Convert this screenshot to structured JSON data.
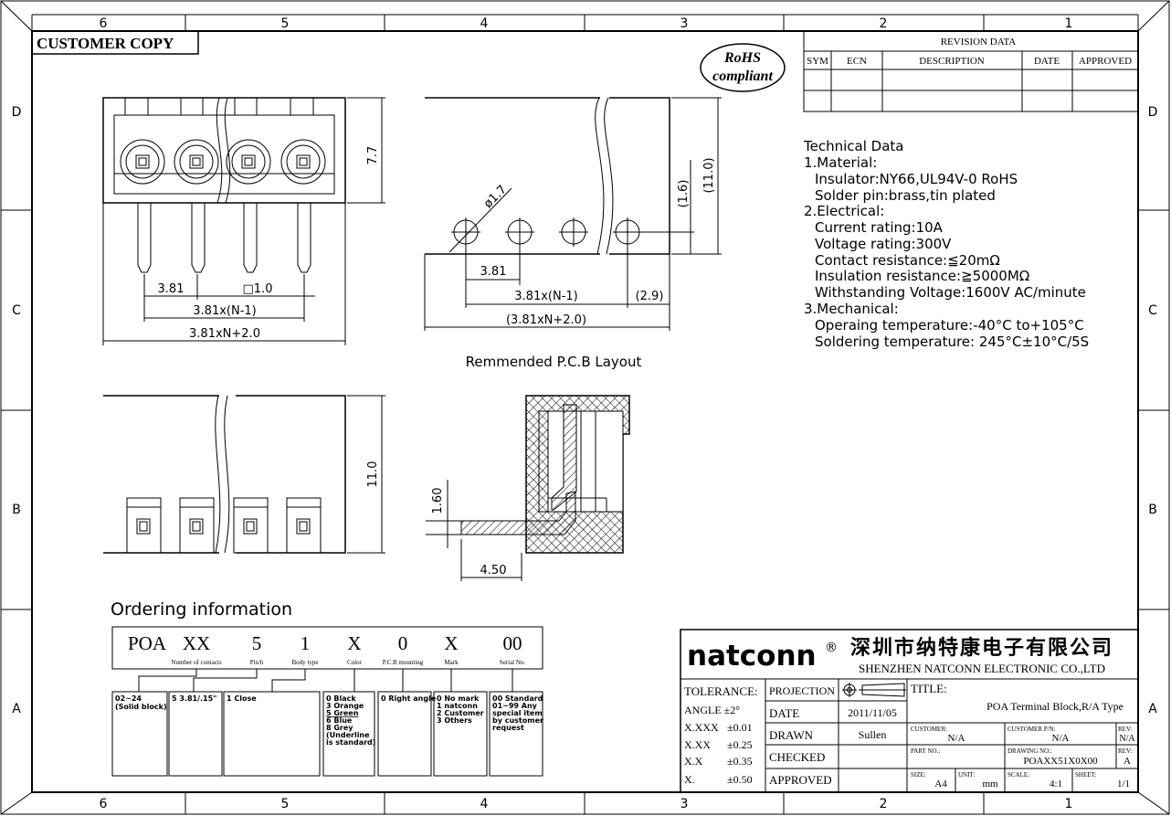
{
  "frame": {
    "top_columns": [
      "6",
      "5",
      "4",
      "3",
      "2",
      "1"
    ],
    "bottom_columns": [
      "6",
      "5",
      "4",
      "3",
      "2",
      "1"
    ],
    "rows": [
      "D",
      "C",
      "B",
      "A"
    ]
  },
  "stamps": {
    "customer_copy": "CUSTOMER COPY",
    "rohs_line1": "RoHS",
    "rohs_line2": "compliant"
  },
  "revision": {
    "title": "REVISION DATA",
    "headers": [
      "SYM",
      "ECN",
      "DESCRIPTION",
      "DATE",
      "APPROVED"
    ]
  },
  "technical_data": [
    "Technical Data",
    "1.Material:",
    "Insulator:NY66,UL94V-0 RoHS",
    "Solder pin:brass,tin plated",
    "2.Electrical:",
    "Current rating:10A",
    "Voltage rating:300V",
    "Contact resistance:≦20mΩ",
    "Insulation resistance:≧5000MΩ",
    "Withstanding Voltage:1600V AC/minute",
    "3.Mechanical:",
    "Operaing temperature:-40°C to+105°C",
    "Soldering temperature: 245°C±10°C/5S"
  ],
  "dimensions": {
    "front_height": "7.7",
    "pitch": "3.81",
    "pin_square": "□1.0",
    "span_n1": "3.81x(N-1)",
    "overall": "3.81xN+2.0",
    "pcb_hole": "ø1.7",
    "pcb_height": "(11.0)",
    "pcb_offset": "(1.6)",
    "pcb_pitch": "3.81",
    "pcb_span": "3.81x(N-1)",
    "pcb_edge": "(2.9)",
    "pcb_overall": "(3.81xN+2.0)",
    "back_height": "11.0",
    "side_height": "1.60",
    "side_length": "4.50"
  },
  "pcb_caption": "Remmended P.C.B Layout",
  "ordering": {
    "title": "Ordering information",
    "codes": [
      "POA",
      "XX",
      "5",
      "1",
      "X",
      "0",
      "X",
      "00"
    ],
    "labels": [
      "Number of contacts",
      "Pitch",
      "Body type",
      "Color",
      "P.C.B mounting",
      "Mark",
      "Serial No."
    ],
    "options": [
      [
        "02~24",
        "(Solid block)"
      ],
      [
        "5 3.81/.15\""
      ],
      [
        "1 Close"
      ],
      [
        "0 Black",
        "3 Orange",
        "5 Green",
        "6 Blue",
        "8 Grey",
        "(Underline",
        "is standard)"
      ],
      [
        "0 Right angle"
      ],
      [
        "0 No mark",
        "1 natconn",
        "2 Customer",
        "3 Others"
      ],
      [
        "00 Standard",
        "01~99 Any",
        "special item",
        "by customer",
        "request"
      ]
    ]
  },
  "title_block": {
    "logo": "natconn",
    "reg": "®",
    "company_cn": "深圳市纳特康电子有限公司",
    "company_en": "SHENZHEN NATCONN ELECTRONIC CO.,LTD",
    "tolerance_label": "TOLERANCE:",
    "angle": "ANGLE ±2°",
    "tol": [
      [
        "X.XXX",
        "±0.01"
      ],
      [
        "X.XX",
        "±0.25"
      ],
      [
        "X.X",
        "±0.35"
      ],
      [
        "X.",
        "±0.50"
      ]
    ],
    "projection": "PROJECTION",
    "date_label": "DATE",
    "date_value": "2011/11/05",
    "drawn_label": "DRAWN",
    "drawn_value": "Sullen",
    "checked_label": "CHECKED",
    "approved_label": "APPROVED",
    "title_label": "TITLE:",
    "title_value": "POA Terminal Block,R/A Type",
    "customer_label": "CUSTOMER:",
    "customer_value": "N/A",
    "customer_pn_label": "CUSTOMER P/N:",
    "customer_pn_value": "N/A",
    "rev_label": "REV:",
    "rev_value1": "N/A",
    "part_no_label": "PART NO.:",
    "drawing_no_label": "DRAWING NO.:",
    "drawing_no_value": "POAXX51X0X00",
    "rev_value2": "A",
    "size_label": "SIZE:",
    "size_value": "A4",
    "unit_label": "UNIT:",
    "unit_value": "mm",
    "scale_label": "SCALE:",
    "scale_value": "4:1",
    "sheet_label": "SHEET:",
    "sheet_value": "1/1"
  }
}
